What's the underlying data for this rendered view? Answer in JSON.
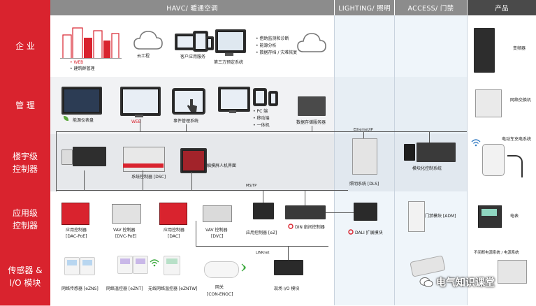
{
  "headers": {
    "havc": "HAVC/ 暖通空调",
    "lighting": "LIGHTING/ 照明",
    "access": "ACCESS/ 门禁",
    "products": "产品"
  },
  "rows": {
    "enterprise": "企 业",
    "management": "管 理",
    "building_ctrl": "楼宇级\n控制器",
    "app_ctrl": "应用级\n控制器",
    "sensor": "传感器 &\nI/O 模块"
  },
  "enterprise": {
    "web_label": "• WEB",
    "bim_label": "• 建筑群管理",
    "cloud_label": "云工程",
    "client_app_label": "客户应用服务",
    "thirdparty_label": "第三方预定系统",
    "bullets": [
      "• 借助监测和诊断",
      "• 能源分析",
      "• 数据存档 / 灾难恢复"
    ]
  },
  "management": {
    "energy_dash": "能源仪表盘",
    "web": "WEB",
    "event_mgmt": "事件管理系统",
    "terminals": [
      "• PC 端",
      "• 移动端",
      "• 一体机"
    ],
    "data_server": "数据存储服务器",
    "ethernet": "Ethernet/IP"
  },
  "building": {
    "dsc": "系统控制器 [DSC]",
    "hmi": "触摸屏人机界面",
    "lighting_sys": "照明系统 [DLS]",
    "modular": "模块化控制系统",
    "mstp": "MS/TP"
  },
  "application": {
    "dac_poe": [
      "应用控制器",
      "[DAC-PoE]"
    ],
    "dvc_poe": [
      "VAV 控制器",
      "[DVC-PoE]"
    ],
    "dac": [
      "应用控制器",
      "[DAC]"
    ],
    "dvc": [
      "VAV 控制器",
      "[DVC]"
    ],
    "ez": "应用控制器 [eZ]",
    "din": "DIN 扇间控制器",
    "dali": "DALI 扩展模块",
    "adm": "门禁模块 [ADM]",
    "linknet": "LINKnet"
  },
  "sensor": {
    "ezns": "网络传感器 [eZNS]",
    "eznt": "网络温控器 [eZNT]",
    "ezntw": "无线网络温控器 [eZNTW]",
    "gateway": [
      "网关",
      "[CON-ENOC]"
    ],
    "io": "现场 I/O 模块"
  },
  "products": {
    "vfd": "变频器",
    "switch": "网络交换机",
    "ev": "电动车充电系统",
    "meter": "电表",
    "ups": "不间断电源系统 / 电源系统"
  },
  "watermark": "电气知识课堂",
  "colors": {
    "red": "#d9232e",
    "header_gray": "#8c8c8c",
    "header_dark": "#5a5a5a"
  }
}
